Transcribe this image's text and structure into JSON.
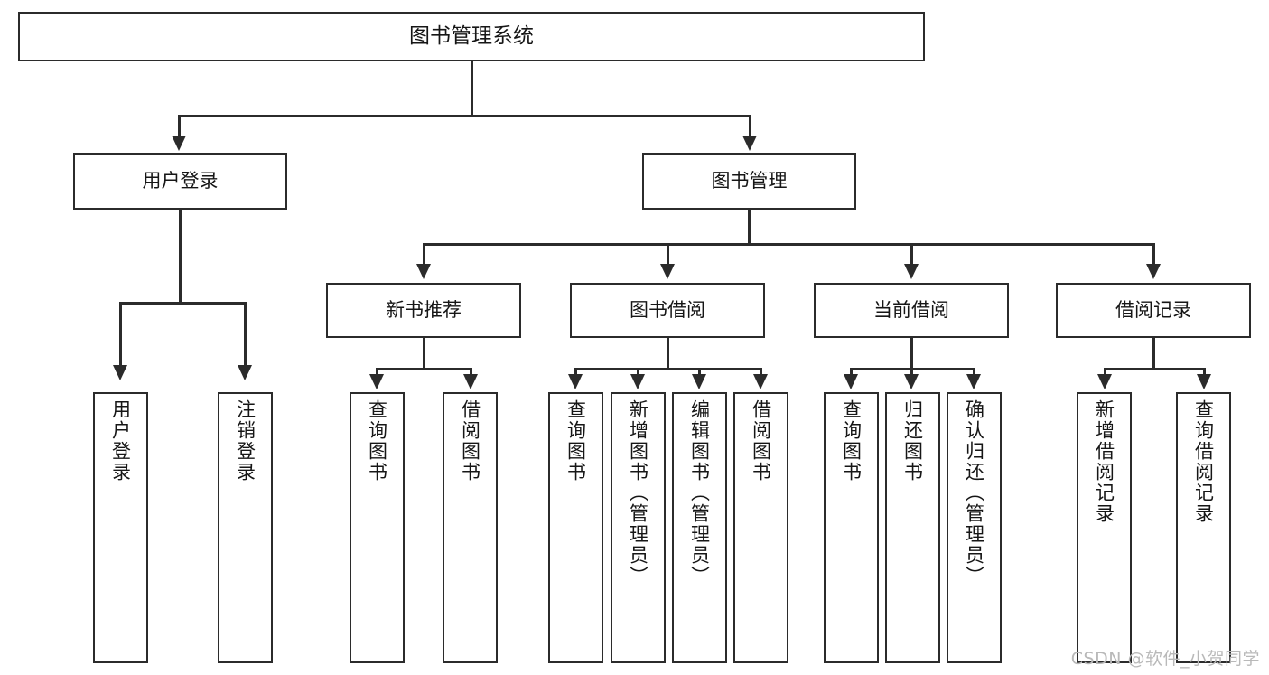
{
  "diagram": {
    "type": "tree",
    "title": "图书管理系统",
    "watermark": "CSDN @软件_小贺同学",
    "colors": {
      "box_border": "#2b2b2b",
      "box_fill": "#ffffff",
      "text": "#161616",
      "connector": "#2b2b2b",
      "watermark": "#b9b9b9",
      "background": "#ffffff"
    },
    "root": {
      "label": "图书管理系统"
    },
    "level2": [
      {
        "label": "用户登录"
      },
      {
        "label": "图书管理"
      }
    ],
    "level3": [
      {
        "label": "新书推荐"
      },
      {
        "label": "图书借阅"
      },
      {
        "label": "当前借阅"
      },
      {
        "label": "借阅记录"
      }
    ],
    "leaves": {
      "user_login": [
        {
          "label": "用户登录"
        },
        {
          "label": "注销登录"
        }
      ],
      "new_book": [
        {
          "label": "查询图书"
        },
        {
          "label": "借阅图书"
        }
      ],
      "book_borrow": [
        {
          "label": "查询图书"
        },
        {
          "label": "新增图书（管理员）"
        },
        {
          "label": "编辑图书（管理员）"
        },
        {
          "label": "借阅图书"
        }
      ],
      "current_borrow": [
        {
          "label": "查询图书"
        },
        {
          "label": "归还图书"
        },
        {
          "label": "确认归还（管理员）"
        }
      ],
      "borrow_record": [
        {
          "label": "新增借阅记录"
        },
        {
          "label": "查询借阅记录"
        }
      ]
    }
  }
}
